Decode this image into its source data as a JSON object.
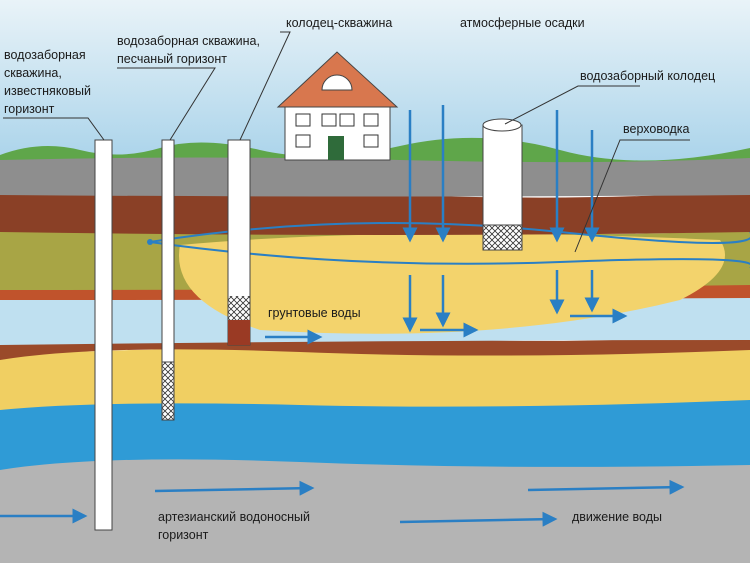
{
  "title": "Водоносные горизонты",
  "labels": {
    "limestone_well": [
      "водозаборная",
      "скважина,",
      "известняковый",
      "горизонт"
    ],
    "sand_well": [
      "водозаборная скважина,",
      "песчаный горизонт"
    ],
    "well_borehole": "колодец-скважина",
    "precipitation": "атмосферные осадки",
    "dug_well": "водозаборный колодец",
    "perched_water": "верховодка",
    "groundwater": "грунтовые воды",
    "artesian": [
      "артезианский водоносный",
      "горизонт"
    ],
    "water_flow": "движение воды"
  },
  "colors": {
    "sky": "#cfe6f2",
    "soil_gray": "#8e8e8e",
    "brown": "#8a4026",
    "olive": "#a8a545",
    "sand": "#f0cf62",
    "water": "#2f9bd6",
    "deep_gray": "#b4b4b4",
    "arrow": "#2a7fc4"
  }
}
